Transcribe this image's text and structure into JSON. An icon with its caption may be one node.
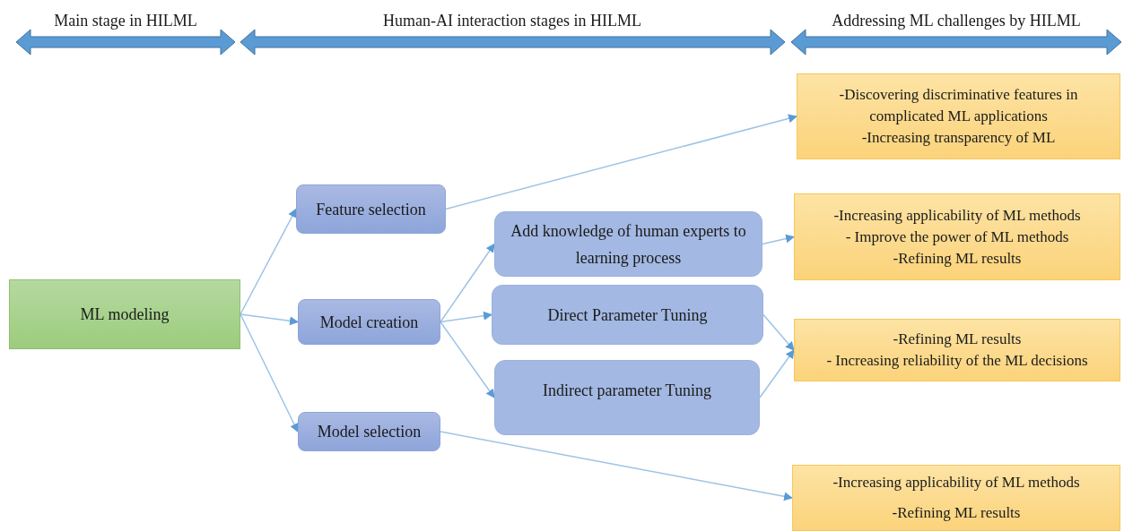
{
  "diagram": {
    "nodes": [
      {
        "text": [
          "ML modeling"
        ]
      },
      {
        "text": [
          "Feature selection"
        ]
      },
      {
        "text": [
          "Model creation"
        ]
      },
      {
        "text": [
          "Model selection"
        ]
      },
      {
        "text": [
          "Add knowledge of human experts to learning process"
        ]
      },
      {
        "text": [
          "Direct Parameter Tuning"
        ]
      },
      {
        "text": [
          "Indirect parameter Tuning"
        ]
      },
      {
        "text": [
          "-Discovering discriminative features in complicated ML applications",
          "-Increasing transparency of ML"
        ]
      },
      {
        "text": [
          "-Increasing applicability of ML methods",
          "- Improve the power of ML methods",
          "-Refining ML results"
        ]
      },
      {
        "text": [
          "-Refining ML results",
          "- Increasing reliability of the ML decisions"
        ]
      },
      {
        "text": [
          "-Increasing applicability of ML methods",
          "-Refining ML results"
        ]
      }
    ],
    "edges": [
      {
        "from": 0,
        "to": 1,
        "arrow": "to"
      },
      {
        "from": 0,
        "to": 2,
        "arrow": "to"
      },
      {
        "from": 0,
        "to": 3,
        "arrow": "to"
      },
      {
        "from": 1,
        "to": 7,
        "arrow": "to"
      },
      {
        "from": 2,
        "to": 4,
        "arrow": "to"
      },
      {
        "from": 2,
        "to": 5,
        "arrow": "to"
      },
      {
        "from": 2,
        "to": 6,
        "arrow": "to"
      },
      {
        "from": 4,
        "to": 8,
        "arrow": "to"
      },
      {
        "from": 5,
        "to": 9,
        "arrow": "to"
      },
      {
        "from": 6,
        "to": 9,
        "arrow": "to"
      },
      {
        "from": 3,
        "to": 10,
        "arrow": "to"
      }
    ],
    "labels": [
      "Main stage in HILML",
      "Human-AI interaction stages in HILML",
      "Addressing ML challenges by HILML"
    ]
  }
}
